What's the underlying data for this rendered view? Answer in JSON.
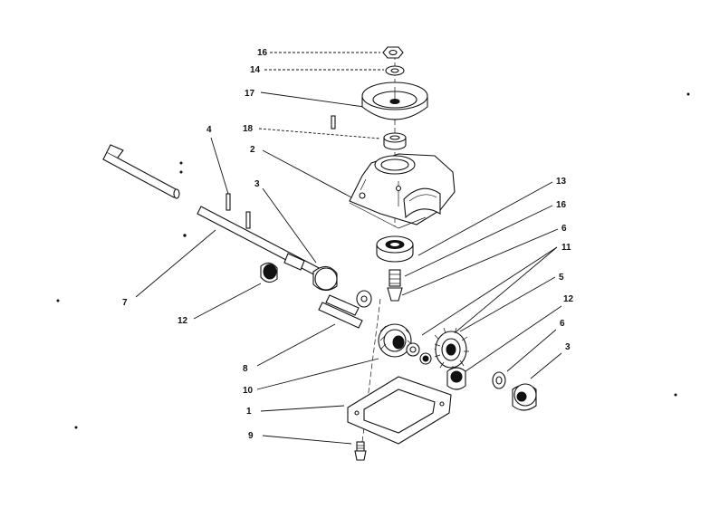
{
  "callouts": [
    {
      "id": "c16a",
      "text": "16"
    },
    {
      "id": "c14",
      "text": "14"
    },
    {
      "id": "c17",
      "text": "17"
    },
    {
      "id": "c18",
      "text": "18"
    },
    {
      "id": "c2",
      "text": "2"
    },
    {
      "id": "c4",
      "text": "4"
    },
    {
      "id": "c3a",
      "text": "3"
    },
    {
      "id": "c13",
      "text": "13"
    },
    {
      "id": "c16b",
      "text": "16"
    },
    {
      "id": "c6a",
      "text": "6"
    },
    {
      "id": "c11",
      "text": "11"
    },
    {
      "id": "c5",
      "text": "5"
    },
    {
      "id": "c7",
      "text": "7"
    },
    {
      "id": "c12a",
      "text": "12"
    },
    {
      "id": "c12b",
      "text": "12"
    },
    {
      "id": "c6b",
      "text": "6"
    },
    {
      "id": "c3b",
      "text": "3"
    },
    {
      "id": "c8",
      "text": "8"
    },
    {
      "id": "c10",
      "text": "10"
    },
    {
      "id": "c1",
      "text": "1"
    },
    {
      "id": "c9",
      "text": "9"
    }
  ]
}
